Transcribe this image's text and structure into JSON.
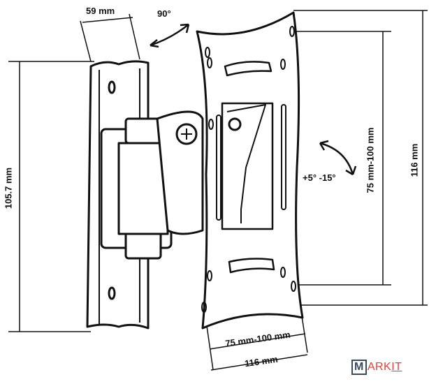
{
  "labels": {
    "arm_depth": "59 mm",
    "swivel": "90°",
    "wall_plate_height": "105.7 mm",
    "vesa_vertical": "75 mm-100 mm",
    "plate_height": "116 mm",
    "tilt": "+5° -15°",
    "vesa_horizontal": "75 mm-100 mm",
    "plate_width": "116 mm"
  },
  "logo": {
    "box_letter": "M",
    "rest": "ARK",
    "underlined": "IT"
  },
  "colors": {
    "line": "#111111",
    "logo_red": "#d9453a",
    "logo_dark": "#3b4a5a"
  }
}
